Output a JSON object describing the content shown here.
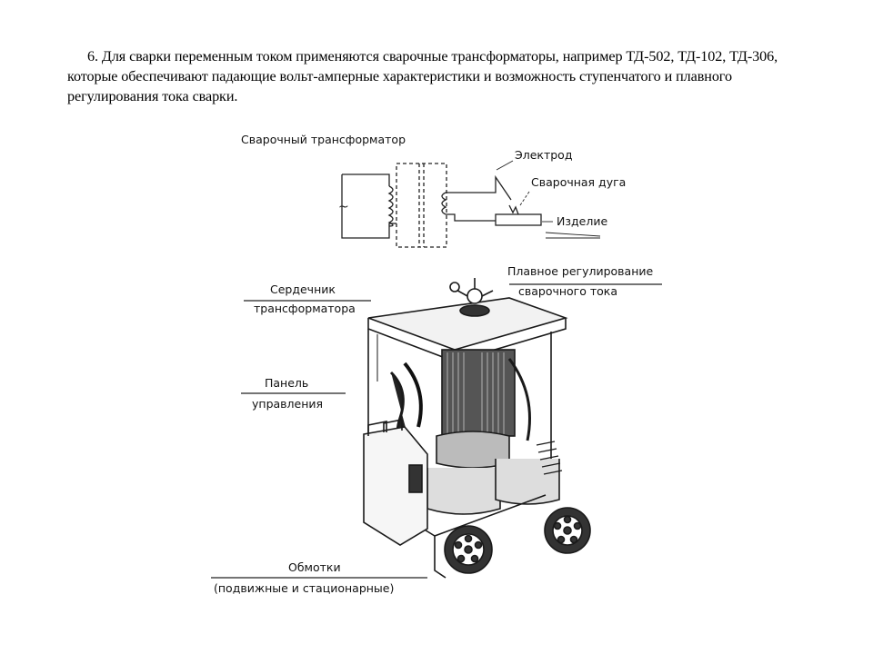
{
  "text": {
    "paragraph": "6. Для сварки переменным током применяются сварочные трансформаторы, например ТД-502, ТД-102, ТД-306, которые обеспечивают падающие вольт-амперные характеристики и возможность ступенчатого и плавного регулирования тока сварки."
  },
  "figure": {
    "schematic_title": "Сварочный трансформатор",
    "electrode": "Электрод",
    "arc": "Сварочная дуга",
    "workpiece": "Изделие",
    "smooth_control_line1": "Плавное регулирование",
    "smooth_control_line2": "сварочного тока",
    "core_line1": "Сердечник",
    "core_line2": "трансформатора",
    "panel_line1": "Панель",
    "panel_line2": "управления",
    "windings_line1": "Обмотки",
    "windings_line2": "(подвижные и стационарные)",
    "ac_symbol": "~"
  }
}
